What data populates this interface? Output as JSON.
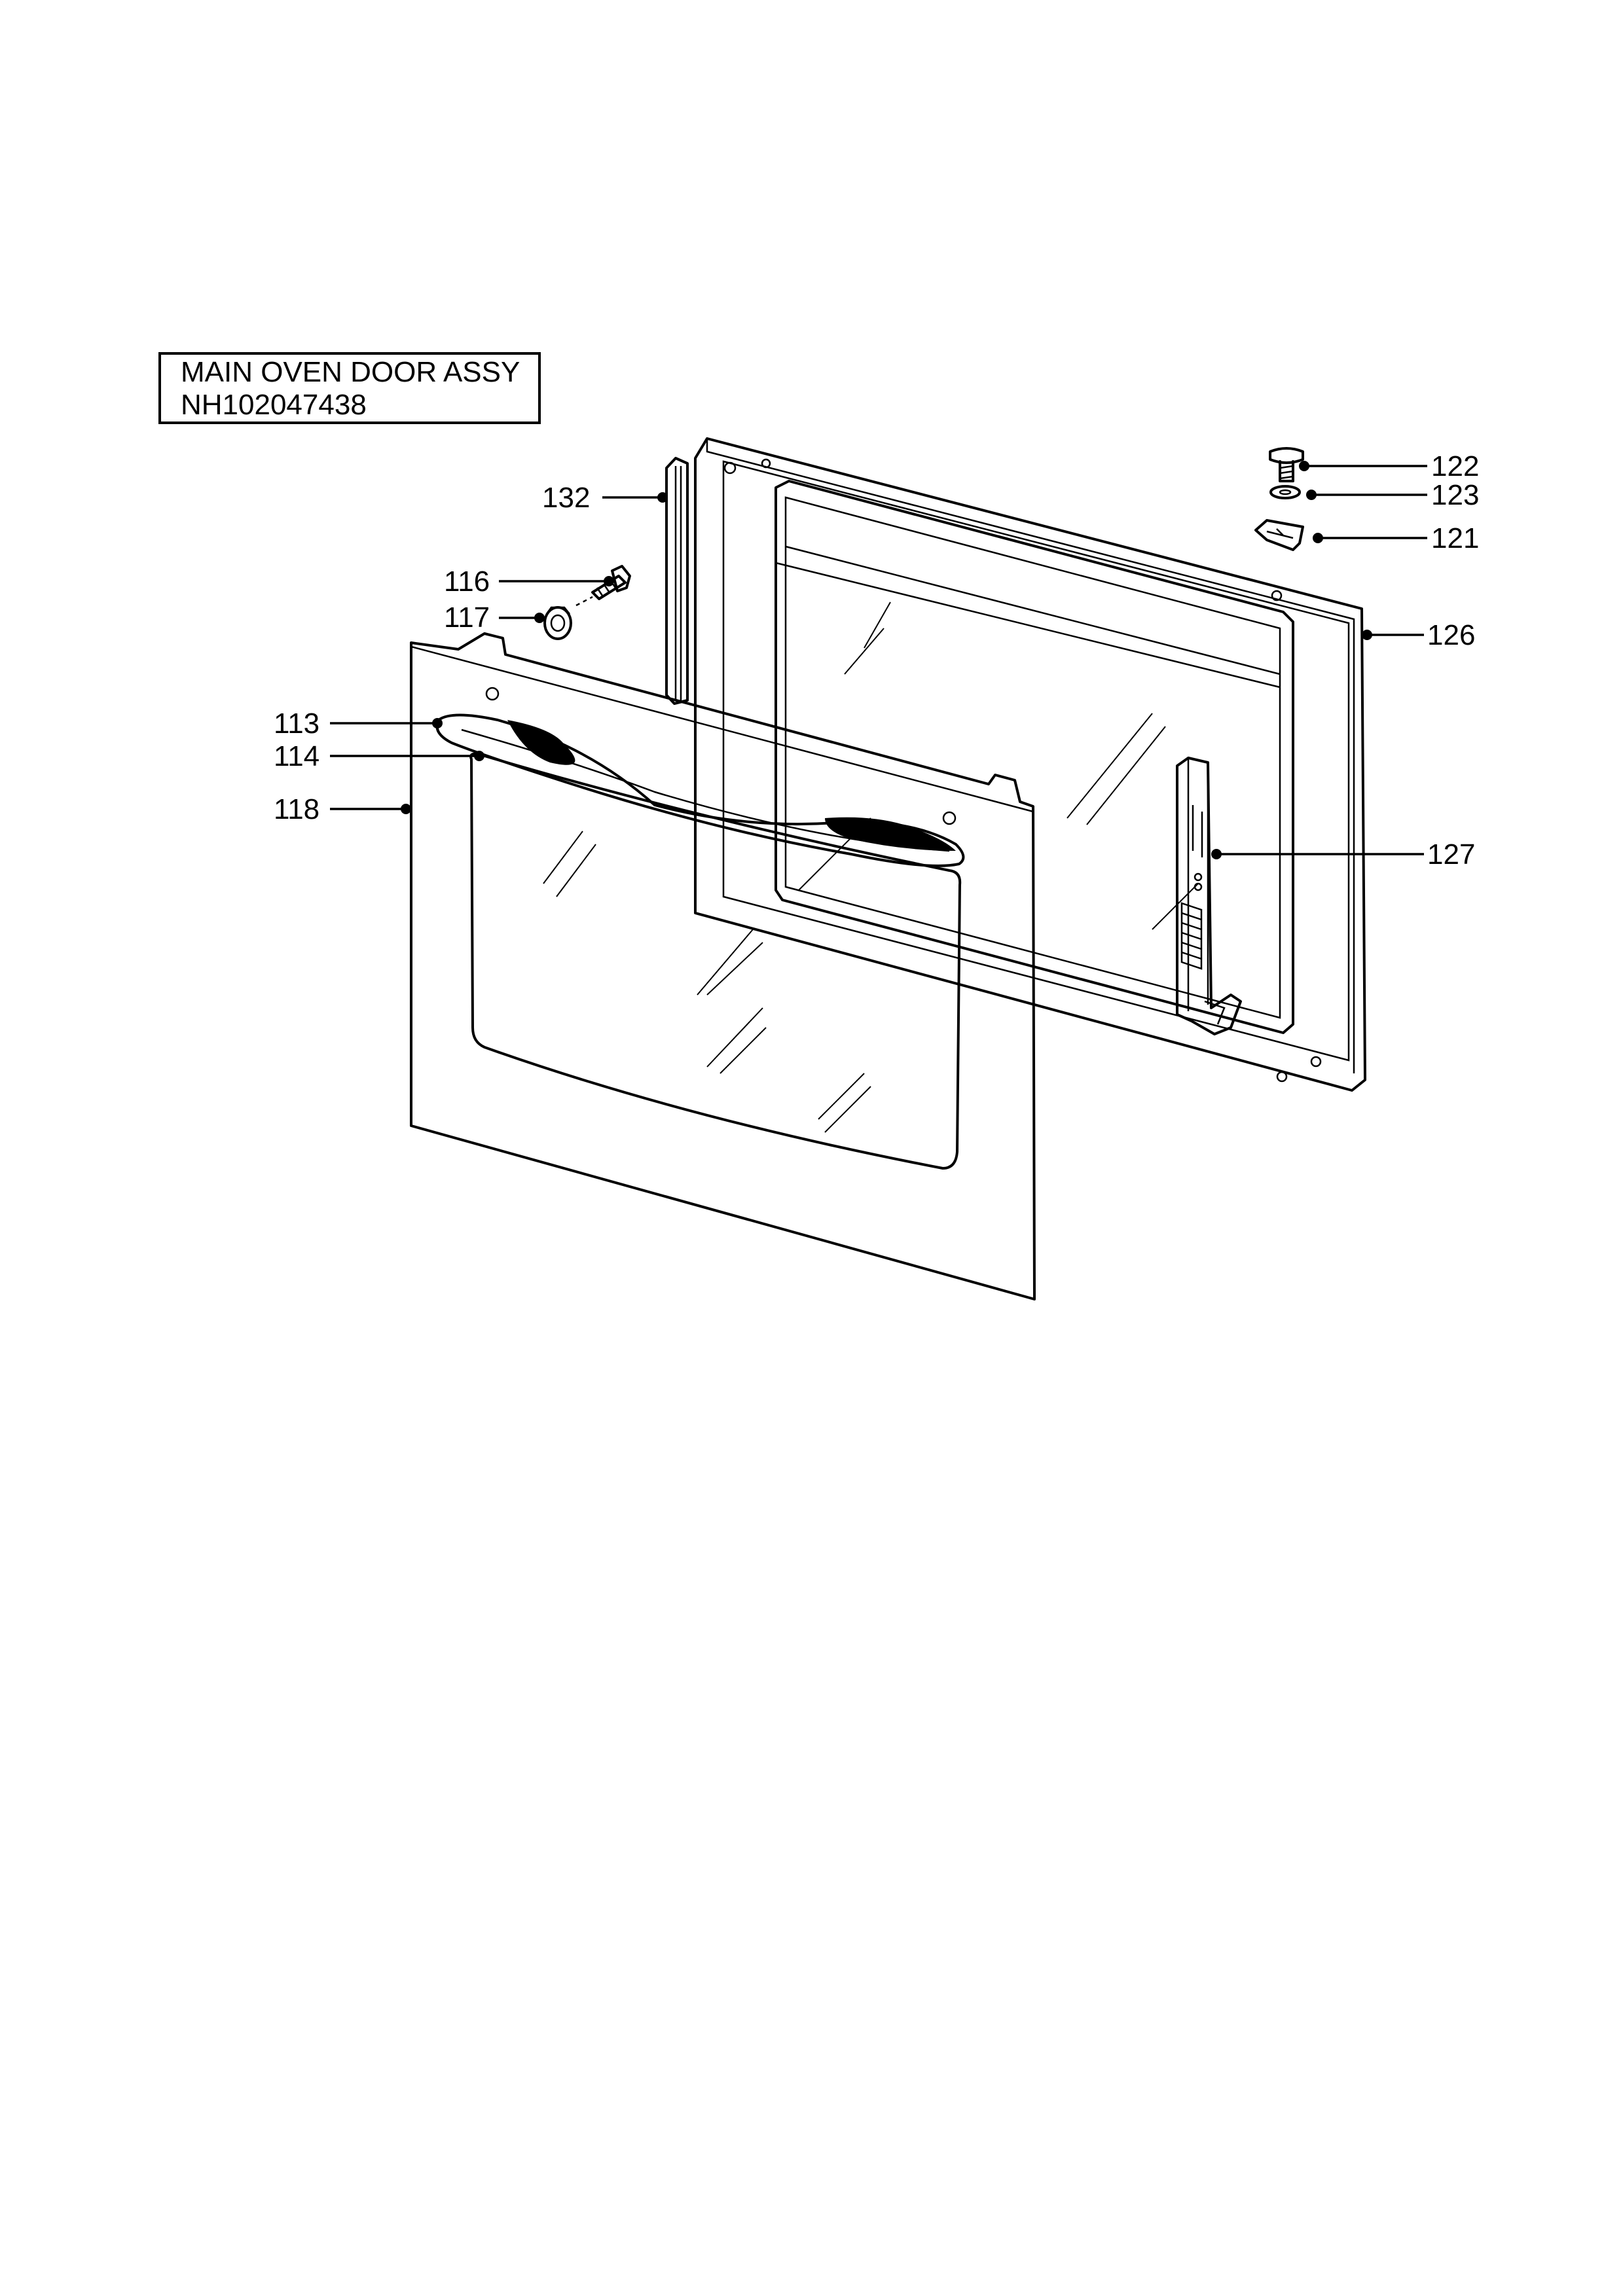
{
  "title": {
    "line1": "MAIN OVEN DOOR ASSY",
    "line2": "NH102047438"
  },
  "callouts": {
    "p132": "132",
    "p116": "116",
    "p117": "117",
    "p113": "113",
    "p114": "114",
    "p118": "118",
    "p122": "122",
    "p123": "123",
    "p121": "121",
    "p126": "126",
    "p127": "127"
  }
}
